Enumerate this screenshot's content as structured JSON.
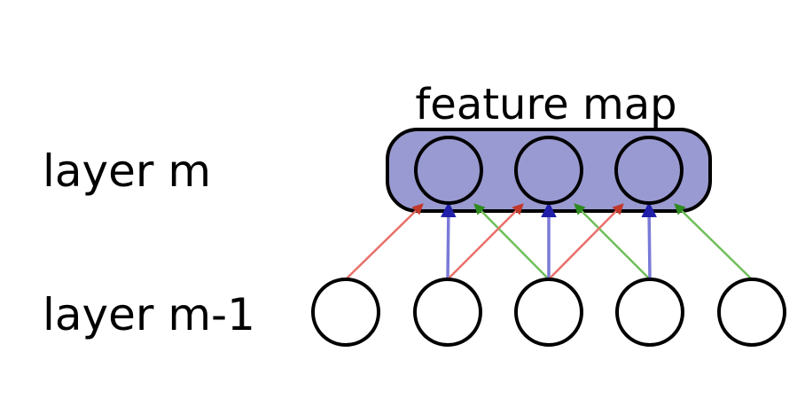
{
  "title": "feature map",
  "layers": {
    "upper_label": "layer m",
    "lower_label": "layer m-1"
  },
  "colors": {
    "feature_map_fill": "#9a9ad2",
    "node_stroke": "#000000",
    "node_fill": "#ffffff",
    "link_left": "#e8706a",
    "link_center": "#7a7ad8",
    "link_right": "#6fbf5a"
  },
  "upper_node_count": 3,
  "lower_node_count": 5,
  "connections": [
    {
      "from_lower": 0,
      "to_upper": 0,
      "kind": "left"
    },
    {
      "from_lower": 1,
      "to_upper": 0,
      "kind": "center"
    },
    {
      "from_lower": 2,
      "to_upper": 0,
      "kind": "right"
    },
    {
      "from_lower": 1,
      "to_upper": 1,
      "kind": "left"
    },
    {
      "from_lower": 2,
      "to_upper": 1,
      "kind": "center"
    },
    {
      "from_lower": 3,
      "to_upper": 1,
      "kind": "right"
    },
    {
      "from_lower": 2,
      "to_upper": 2,
      "kind": "left"
    },
    {
      "from_lower": 3,
      "to_upper": 2,
      "kind": "center"
    },
    {
      "from_lower": 4,
      "to_upper": 2,
      "kind": "right"
    }
  ]
}
